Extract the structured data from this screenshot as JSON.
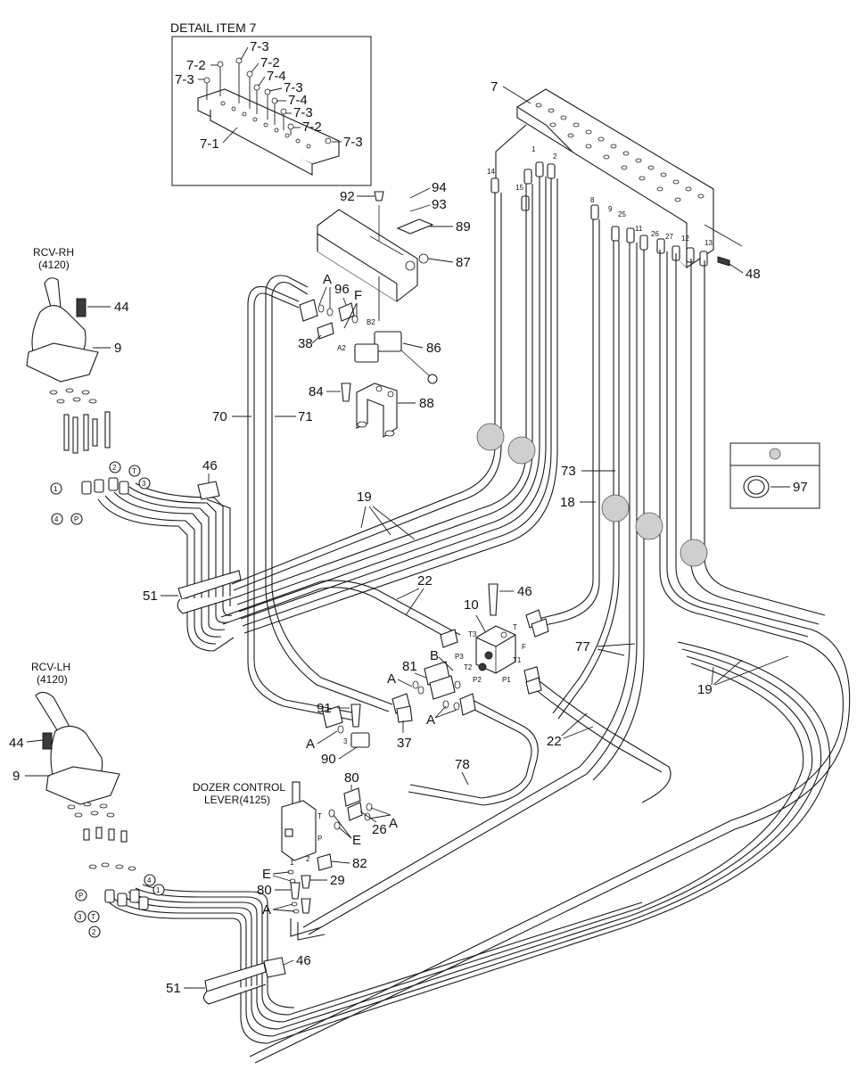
{
  "detail_box": {
    "title": "DETAIL ITEM 7",
    "labels": [
      "7-3",
      "7-2",
      "7-3",
      "7-2",
      "7-4",
      "7-3",
      "7-4",
      "7-3",
      "7-2",
      "7-3",
      "7-1"
    ]
  },
  "controls": {
    "rcv_rh_name": "RCV-RH",
    "rcv_rh_code": "(4120)",
    "rcv_lh_name": "RCV-LH",
    "rcv_lh_code": "(4120)",
    "dozer_line1": "DOZER CONTROL",
    "dozer_line2": "LEVER(4125)"
  },
  "callouts": {
    "c7": "7",
    "c48": "48",
    "c92": "92",
    "c94": "94",
    "c93": "93",
    "c89": "89",
    "c87": "87",
    "c44a": "44",
    "c9a": "9",
    "cA1": "A",
    "c96": "96",
    "cF": "F",
    "c38": "38",
    "c86": "86",
    "c84": "84",
    "c88": "88",
    "c70": "70",
    "c71": "71",
    "c46a": "46",
    "c19a": "19",
    "c51a": "51",
    "c73": "73",
    "c18": "18",
    "c97": "97",
    "c22a": "22",
    "c10": "10",
    "c46b": "46",
    "c77": "77",
    "c19b": "19",
    "c81": "81",
    "cB": "B",
    "cA2": "A",
    "cA3": "A",
    "c91": "91",
    "cA4": "A",
    "c37": "37",
    "c90": "90",
    "c22b": "22",
    "c78": "78",
    "c80a": "80",
    "cE1": "E",
    "c26": "26",
    "cA5": "A",
    "c82": "82",
    "cE2": "E",
    "c29": "29",
    "c80b": "80",
    "cA6": "A",
    "c44b": "44",
    "c9b": "9",
    "c46c": "46",
    "c51b": "51"
  },
  "port_marks": {
    "rh": [
      "1",
      "2",
      "T",
      "3",
      "4",
      "P"
    ],
    "lh": [
      "P",
      "4",
      "1",
      "3",
      "T",
      "2"
    ]
  },
  "small_labels": {
    "bracket_ports": [
      "14",
      "1",
      "2",
      "15",
      "8",
      "9",
      "25",
      "11",
      "26",
      "27",
      "12",
      "13"
    ],
    "valve_ports": [
      "T3",
      "T",
      "P3",
      "F",
      "T2",
      "T1",
      "P2",
      "P1"
    ],
    "solenoid_ports": [
      "B2",
      "A2"
    ],
    "misc": [
      "3",
      "T",
      "P",
      "1",
      "2"
    ]
  }
}
